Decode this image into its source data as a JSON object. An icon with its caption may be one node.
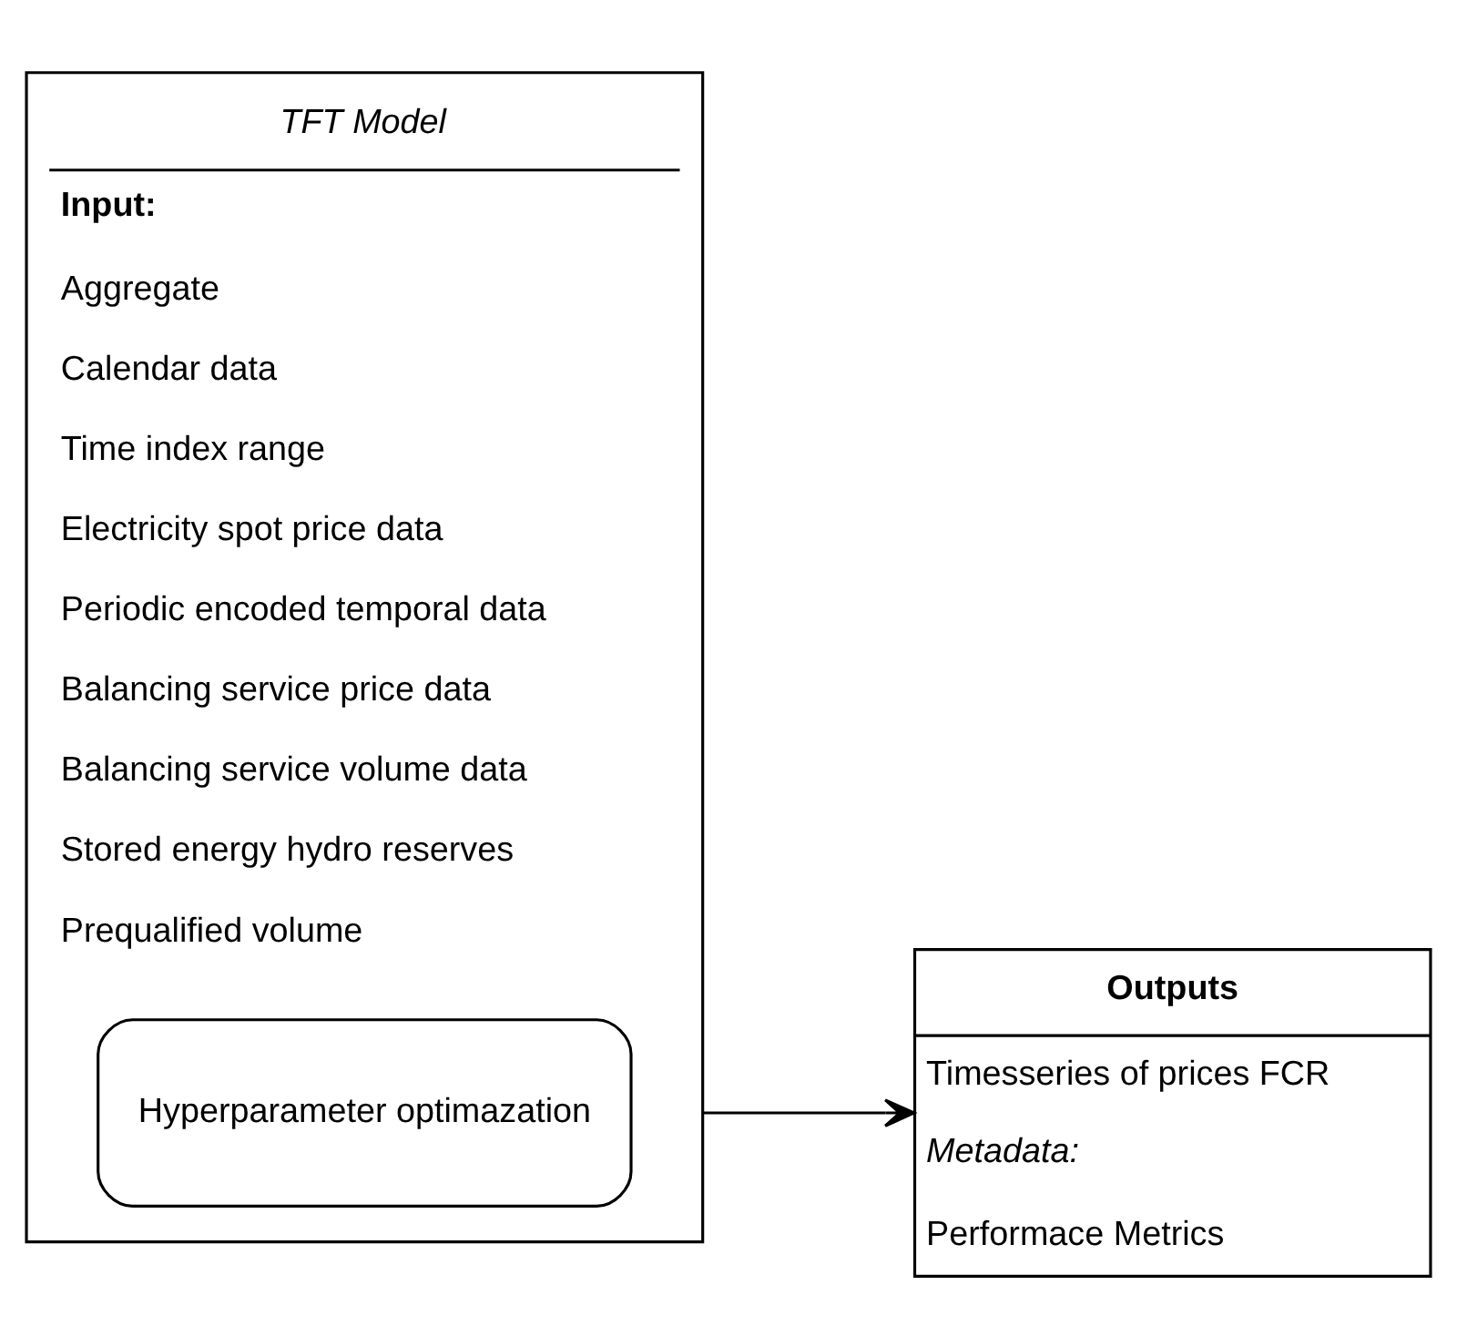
{
  "diagram": {
    "nodes": [
      {
        "text": [
          "TFT Model",
          "Input:",
          "Aggregate",
          "Calendar data",
          "Time index range",
          "Electricity spot price data",
          "Periodic encoded temporal data",
          "Balancing service price data",
          "Balancing service volume data",
          "Stored energy hydro reserves",
          "Prequalified volume"
        ]
      },
      {
        "text": [
          "Hyperparameter optimazation"
        ],
        "in": 0
      },
      {
        "text": [
          "Outputs",
          "Timesseries of prices FCR",
          "Metadata:",
          "Performace Metrics"
        ]
      }
    ],
    "edges": [
      {
        "from": 0,
        "to": 2,
        "arrow": "to"
      }
    ]
  }
}
